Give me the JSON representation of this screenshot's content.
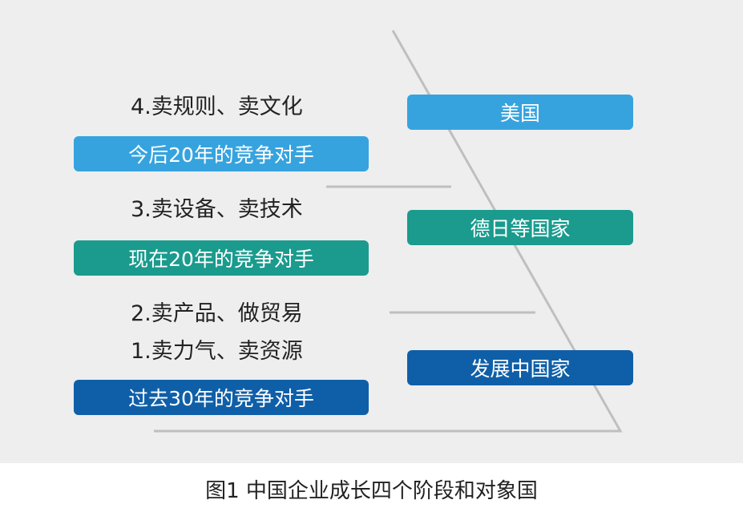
{
  "stages": [
    {
      "label": "4.卖规则、卖文化"
    },
    {
      "label": "3.卖设备、卖技术"
    },
    {
      "label": "2.卖产品、做贸易"
    },
    {
      "label": "1.卖力气、卖资源"
    }
  ],
  "competitors": [
    {
      "label": "今后20年的竞争对手",
      "color": "#36a3df"
    },
    {
      "label": "现在20年的竞争对手",
      "color": "#1a9b8e"
    },
    {
      "label": "过去30年的竞争对手",
      "color": "#0f5fa8"
    }
  ],
  "countries": [
    {
      "label": "美国",
      "color": "#36a3df"
    },
    {
      "label": "德日等国家",
      "color": "#1a9b8e"
    },
    {
      "label": "发展中国家",
      "color": "#0f5fa8"
    }
  ],
  "caption": "图1  中国企业成长四个阶段和对象国",
  "pyramid_line_color": "#bfbfbf"
}
